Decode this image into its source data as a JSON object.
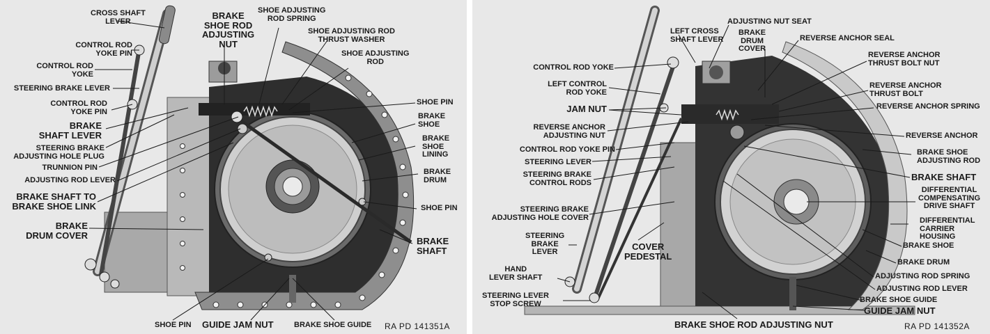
{
  "left": {
    "reference": "RA PD 141351A",
    "labels": {
      "cross_shaft_lever": "CROSS SHAFT\nLEVER",
      "brake_shoe_rod_adjusting_nut": "BRAKE\nSHOE ROD\nADJUSTING\nNUT",
      "shoe_adjusting_rod_spring": "SHOE ADJUSTING\nROD SPRING",
      "shoe_adjusting_rod_thrust_washer": "SHOE ADJUSTING ROD\nTHRUST WASHER",
      "shoe_adjusting_rod": "SHOE ADJUSTING\nROD",
      "control_rod_yoke_pin_top": "CONTROL ROD\nYOKE PIN",
      "control_rod_yoke": "CONTROL ROD\nYOKE",
      "steering_brake_lever": "STEERING BRAKE LEVER",
      "control_rod_yoke_pin": "CONTROL ROD\nYOKE PIN",
      "brake_shaft_lever": "BRAKE\nSHAFT LEVER",
      "steering_brake_adjusting_hole_plug": "STEERING BRAKE\nADJUSTING HOLE PLUG",
      "trunnion_pin": "TRUNNION PIN",
      "adjusting_rod_lever": "ADJUSTING ROD LEVER",
      "brake_shaft_to_brake_shoe_link": "BRAKE SHAFT TO\nBRAKE SHOE LINK",
      "brake_drum_cover": "BRAKE\nDRUM COVER",
      "shoe_pin_top": "SHOE PIN",
      "brake_shoe": "BRAKE\nSHOE",
      "brake_shoe_lining": "BRAKE\nSHOE\nLINING",
      "brake_drum": "BRAKE\nDRUM",
      "shoe_pin_right": "SHOE PIN",
      "brake_shaft": "BRAKE\nSHAFT",
      "shoe_pin_bottom": "SHOE PIN",
      "guide_jam_nut": "GUIDE JAM NUT",
      "brake_shoe_guide": "BRAKE SHOE GUIDE"
    }
  },
  "right": {
    "reference": "RA PD 141352A",
    "labels": {
      "left_cross_shaft_lever": "LEFT CROSS\nSHAFT LEVER",
      "adjusting_nut_seat": "ADJUSTING NUT SEAT",
      "brake_drum_cover": "BRAKE\nDRUM\nCOVER",
      "reverse_anchor_seal": "REVERSE ANCHOR SEAL",
      "reverse_anchor_thrust_bolt_nut": "REVERSE ANCHOR\nTHRUST BOLT NUT",
      "control_rod_yoke": "CONTROL ROD YOKE",
      "reverse_anchor_thrust_bolt": "REVERSE ANCHOR\nTHRUST BOLT",
      "left_control_rod_yoke": "LEFT CONTROL\nROD YOKE",
      "jam_nut": "JAM NUT",
      "reverse_anchor_spring": "REVERSE ANCHOR SPRING",
      "reverse_anchor_adjusting_nut": "REVERSE ANCHOR\nADJUSTING NUT",
      "reverse_anchor": "REVERSE ANCHOR",
      "control_rod_yoke_pin": "CONTROL ROD YOKE PIN",
      "brake_shoe_adjusting_rod": "BRAKE SHOE\nADJUSTING ROD",
      "steering_lever": "STEERING LEVER",
      "steering_brake_control_rods": "STEERING BRAKE\nCONTROL RODS",
      "brake_shaft": "BRAKE SHAFT",
      "differential_compensating_drive_shaft": "DIFFERENTIAL\nCOMPENSATING\nDRIVE SHAFT",
      "steering_brake_adjusting_hole_cover": "STEERING BRAKE\nADJUSTING HOLE COVER",
      "differential_carrier_housing": "DIFFERENTIAL\nCARRIER HOUSING",
      "steering_brake_lever": "STEERING\nBRAKE\nLEVER",
      "cover_pedestal": "COVER\nPEDESTAL",
      "brake_shoe": "BRAKE SHOE",
      "brake_drum": "BRAKE DRUM",
      "hand_lever_shaft": "HAND\nLEVER SHAFT",
      "adjusting_rod_spring": "ADJUSTING ROD SPRING",
      "adjusting_rod_lever": "ADJUSTING ROD LEVER",
      "steering_lever_stop_screw": "STEERING LEVER\nSTOP SCREW",
      "brake_shoe_guide": "BRAKE SHOE GUIDE",
      "guide_jam_nut": "GUIDE JAM NUT",
      "brake_shoe_rod_adjusting_nut": "BRAKE SHOE ROD ADJUSTING NUT"
    }
  }
}
